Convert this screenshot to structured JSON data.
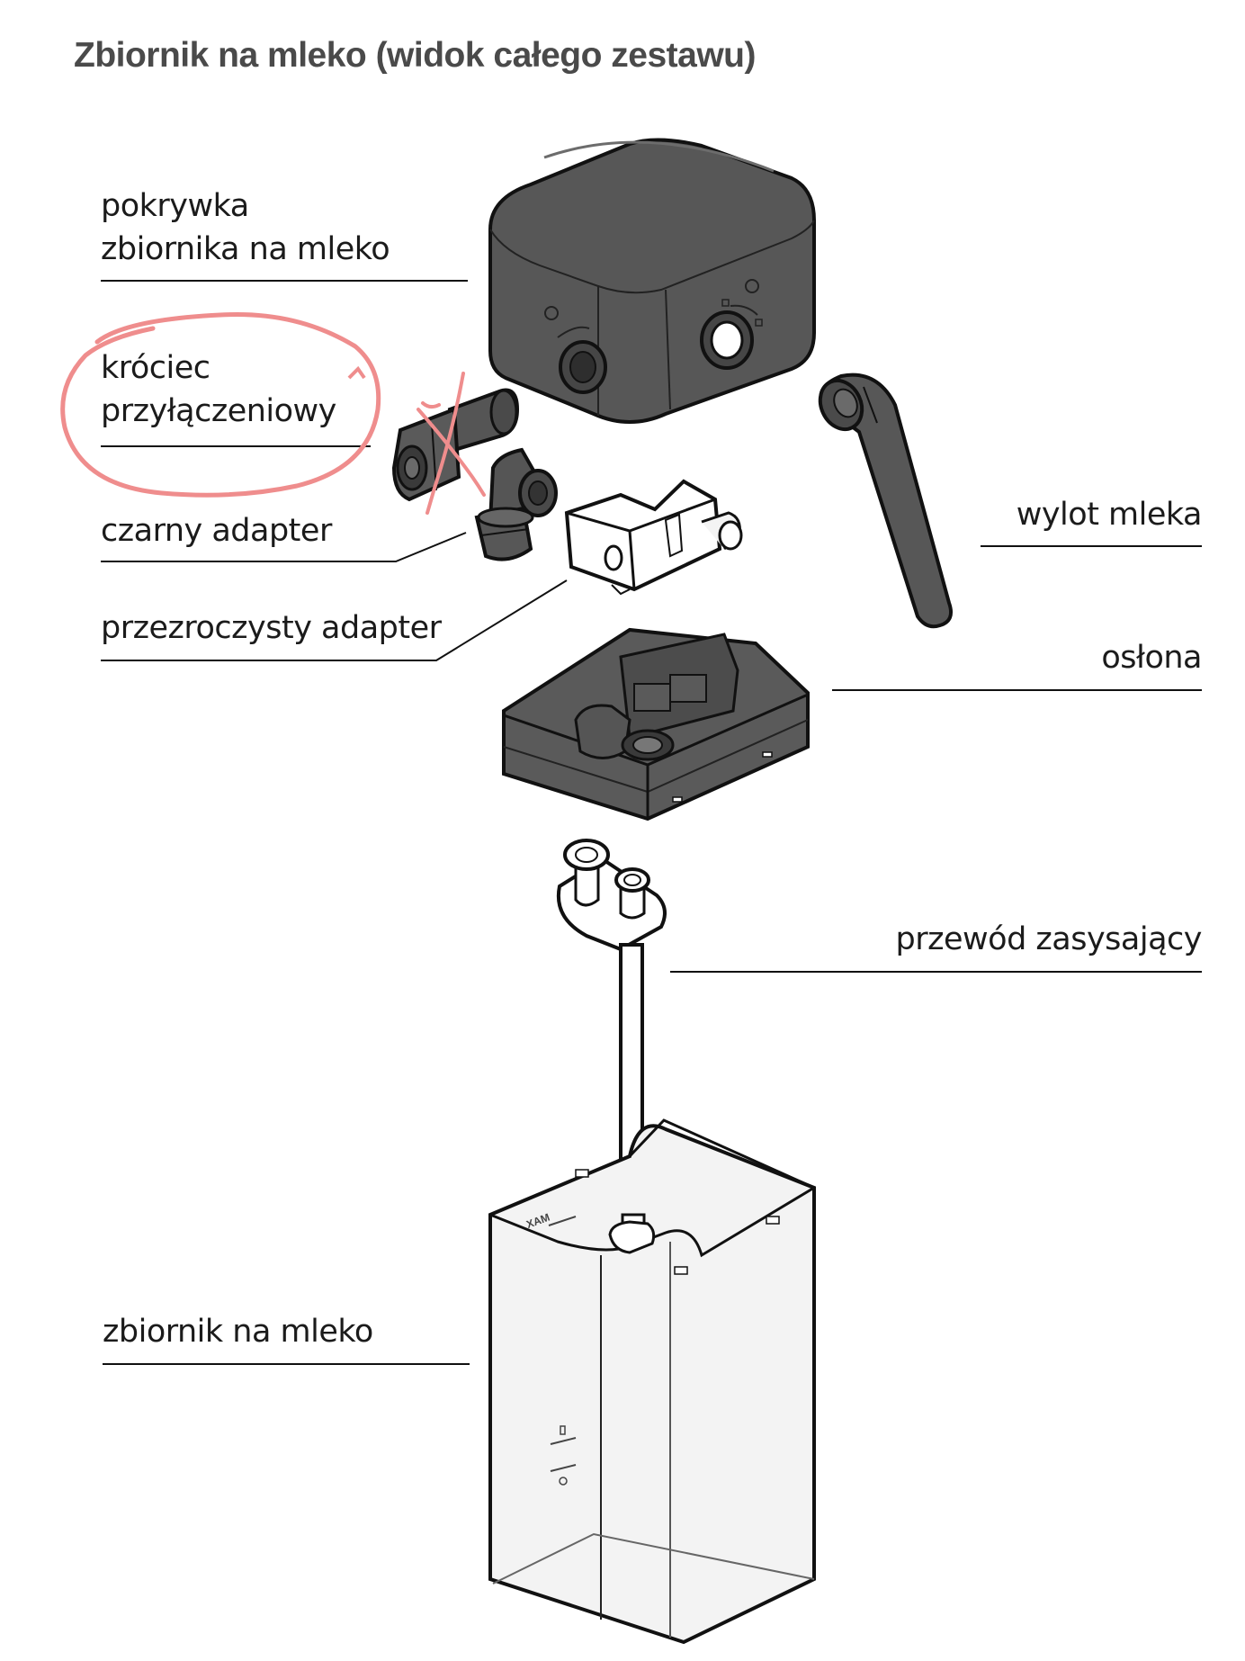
{
  "title": "Zbiornik na mleko (widok całego zestawu)",
  "labels": {
    "lid_line1": "pokrywka",
    "lid_line2": "zbiornika na mleko",
    "connector_line1": "króciec",
    "connector_line2": "przyłączeniowy",
    "black_adapter": "czarny adapter",
    "clear_adapter": "przezroczysty adapter",
    "milk_outlet": "wylot mleka",
    "cover": "osłona",
    "suction_tube": "przewód zasysający",
    "milk_container": "zbiornik na mleko"
  },
  "container_marks": {
    "max": "MAX"
  },
  "colors": {
    "dark_part": "#555555",
    "dark_part_shade": "#3c3c3c",
    "outline": "#111111",
    "annotation": "#ef8d8d",
    "text": "#1b1b1b",
    "title": "#4a4a4a"
  },
  "icons": [
    "lid-dial-2-icon",
    "lid-dial-1-icon",
    "lock-icon",
    "unlock-icon",
    "annotation-cross-icon",
    "annotation-circle-icon"
  ]
}
